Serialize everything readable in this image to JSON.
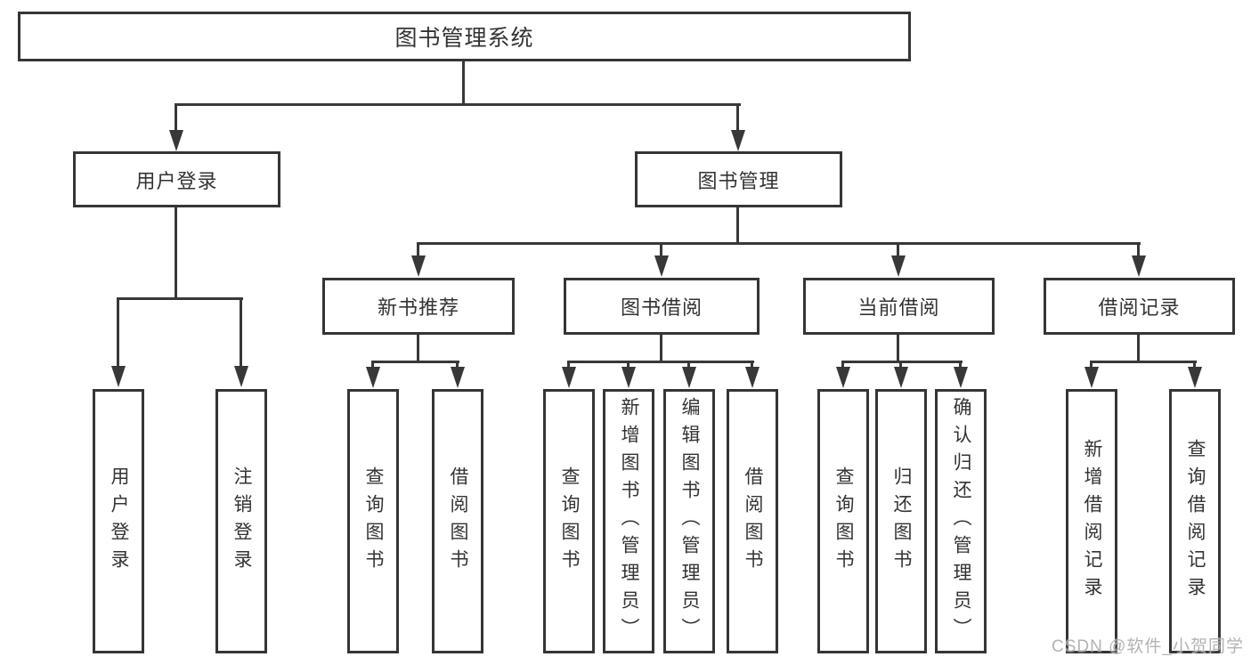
{
  "diagram": {
    "root_label": "图书管理系统",
    "branches": [
      {
        "label": "用户登录",
        "children": [
          {
            "label": "用户登录"
          },
          {
            "label": "注销登录"
          }
        ]
      },
      {
        "label": "图书管理",
        "children": [
          {
            "label": "新书推荐",
            "children": [
              {
                "label": "查询图书"
              },
              {
                "label": "借阅图书"
              }
            ]
          },
          {
            "label": "图书借阅",
            "children": [
              {
                "label": "查询图书"
              },
              {
                "label": "新增图书（管理员）"
              },
              {
                "label": "编辑图书（管理员）"
              },
              {
                "label": "借阅图书"
              }
            ]
          },
          {
            "label": "当前借阅",
            "children": [
              {
                "label": "查询图书"
              },
              {
                "label": "归还图书"
              },
              {
                "label": "确认归还（管理员）"
              }
            ]
          },
          {
            "label": "借阅记录",
            "children": [
              {
                "label": "新增借阅记录"
              },
              {
                "label": "查询借阅记录"
              }
            ]
          }
        ]
      }
    ],
    "watermark": "CSDN @软件_小贺同学",
    "colors": {
      "line": "#383838",
      "text": "#333333",
      "background": "#ffffff",
      "watermark": "#ababab"
    }
  }
}
